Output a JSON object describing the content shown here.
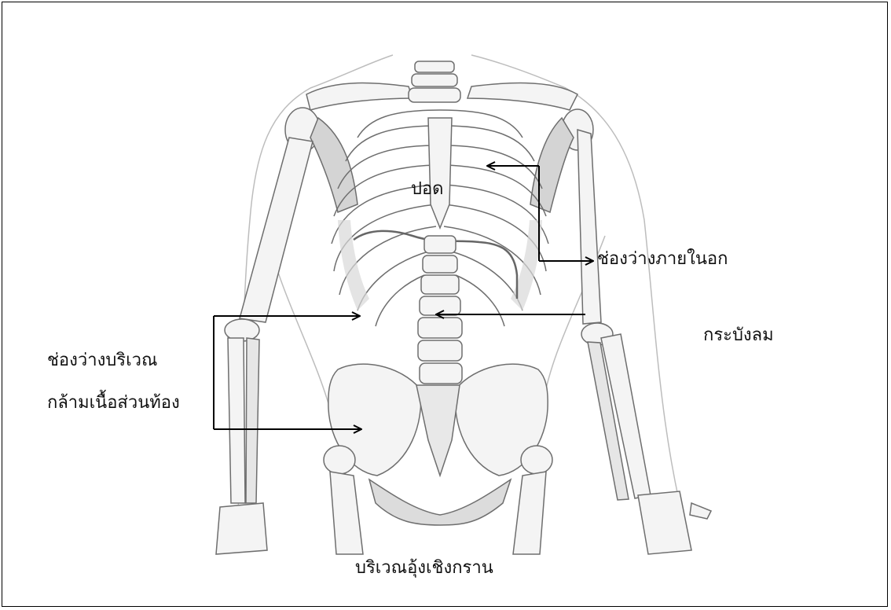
{
  "labels": {
    "lung": "ปอด",
    "thoracic_cavity": "ช่องว่างภายในอก",
    "diaphragm": "กระบังลม",
    "abdominal_cavity_line1": "ช่องว่างบริเวณ",
    "abdominal_cavity_line2": "กล้ามเนื้อส่วนท้อง",
    "pelvic_region": "บริเวณอุ้งเชิงกราน"
  },
  "colors": {
    "bone_fill": "#f4f4f4",
    "bone_shade": "#cfcfcf",
    "bone_outline": "#6e6e6e",
    "body_outline": "#bdbdbd",
    "arrow": "#000000",
    "diaphragm_line": "#666666"
  }
}
